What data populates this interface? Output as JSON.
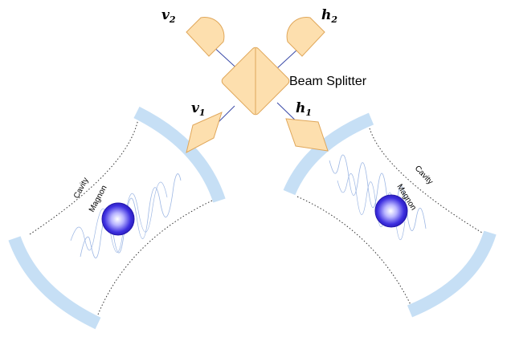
{
  "labels": {
    "beam_splitter": "Beam Splitter",
    "v2": {
      "base": "v",
      "sub": "2"
    },
    "h2": {
      "base": "h",
      "sub": "2"
    },
    "v1": {
      "base": "v",
      "sub": "1"
    },
    "h1": {
      "base": "h",
      "sub": "1"
    },
    "cavity_left": "Cavity",
    "magnon_left": "Magnon",
    "cavity_right": "Cavity",
    "magnon_right": "Magnon"
  },
  "colors": {
    "mirror": "#c6dff5",
    "optic_fill": "#fddfae",
    "optic_stroke": "#e0a75a",
    "beam_line": "#3a4aa8",
    "wave": "#9db7e4",
    "magnon_core": "#3d2fe0",
    "magnon_edge": "#2418b0",
    "magnon_highlight": "#ffffff"
  }
}
